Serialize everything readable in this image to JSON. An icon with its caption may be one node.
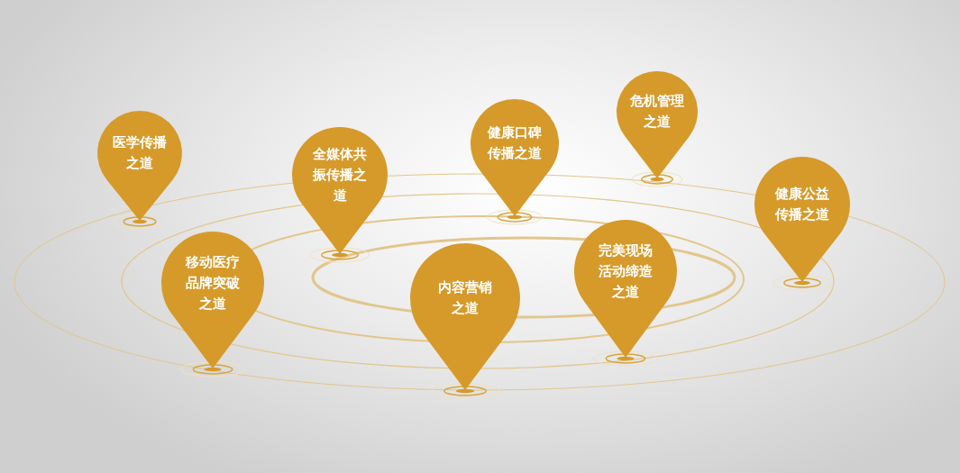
{
  "diagram": {
    "nodes": [
      {
        "text": [
          "医学传播之道"
        ]
      },
      {
        "text": [
          "全媒体共振传播之道"
        ]
      },
      {
        "text": [
          "健康口碑传播之道"
        ]
      },
      {
        "text": [
          "危机管理之道"
        ]
      },
      {
        "text": [
          "健康公益传播之道"
        ]
      },
      {
        "text": [
          "移动医疗品牌突破之道"
        ]
      },
      {
        "text": [
          "内容营销之道"
        ]
      },
      {
        "text": [
          "完美现场活动缔造之道"
        ]
      }
    ]
  }
}
